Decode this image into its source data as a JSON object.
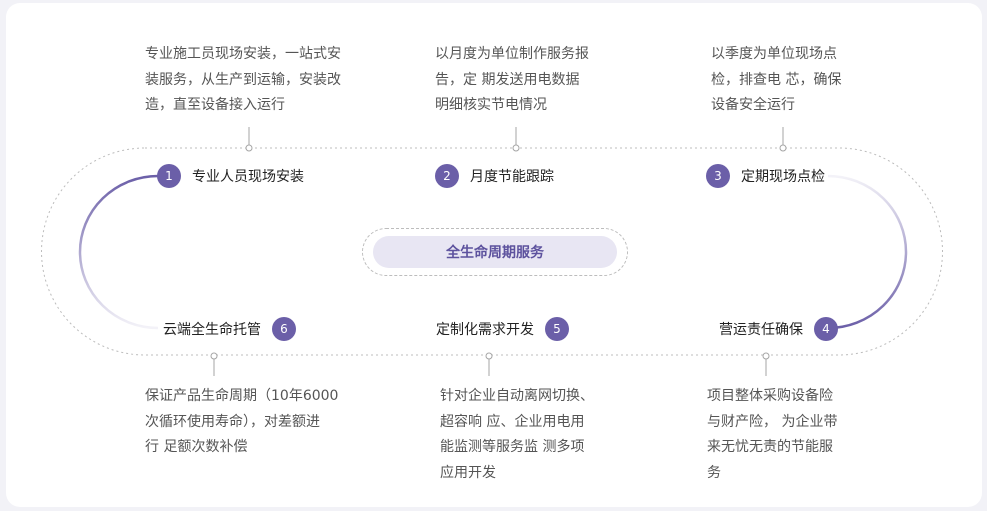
{
  "title": "全生命周期服务",
  "steps": [
    {
      "num": "1",
      "label": "专业人员现场安装",
      "desc": [
        "专业施工员现场安装，一站式安",
        "装服务，从生产到运输，安装改",
        "造，直至设备接入运行"
      ]
    },
    {
      "num": "2",
      "label": "月度节能跟踪",
      "desc": [
        "以月度为单位制作服务报",
        "告，定 期发送用电数据",
        "明细核实节电情况"
      ]
    },
    {
      "num": "3",
      "label": "定期现场点检",
      "desc": [
        "以季度为单位现场点",
        "检，排查电 芯，确保",
        "设备安全运行"
      ]
    },
    {
      "num": "4",
      "label": "营运责任确保",
      "desc": [
        "项目整体采购设备险",
        "与财产险， 为企业带",
        "来无忧无责的节能服",
        "务"
      ]
    },
    {
      "num": "5",
      "label": "定制化需求开发",
      "desc": [
        "针对企业自动离网切换、",
        "超容响 应、企业用电用",
        "能监测等服务监 测多项",
        "应用开发"
      ]
    },
    {
      "num": "6",
      "label": "云端全生命托管",
      "desc": [
        "保证产品生命周期（10年6000",
        "次循环使用寿命），对差额进",
        "行 足额次数补偿"
      ]
    }
  ],
  "colors": {
    "accent": "#6b5fa8",
    "pill": "#e8e6f3",
    "title": "#5d529e"
  }
}
